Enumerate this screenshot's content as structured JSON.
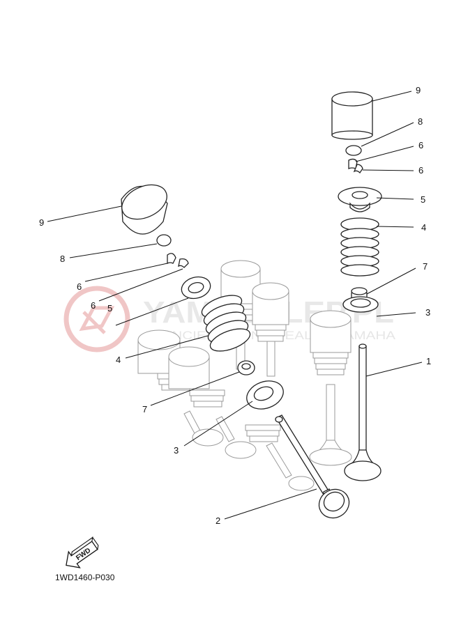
{
  "watermark": {
    "brand": "YAMASKLEP.PL",
    "subtitle": "WDNCIEDICZONY DEALER YAMAHA",
    "color": "#e8b4b4"
  },
  "fwd_badge": {
    "label": "FWD",
    "icon": "fwd-arrow-icon"
  },
  "diagram_code": "1WD1460-P030",
  "callouts": {
    "r9": "9",
    "r8": "8",
    "r6a": "6",
    "r6b": "6",
    "r5": "5",
    "r4": "4",
    "r7": "7",
    "r3": "3",
    "r1": "1",
    "l9": "9",
    "l8": "8",
    "l6a": "6",
    "l6b": "6",
    "l5": "5",
    "l4": "4",
    "l7": "7",
    "l3": "3",
    "l2": "2"
  }
}
